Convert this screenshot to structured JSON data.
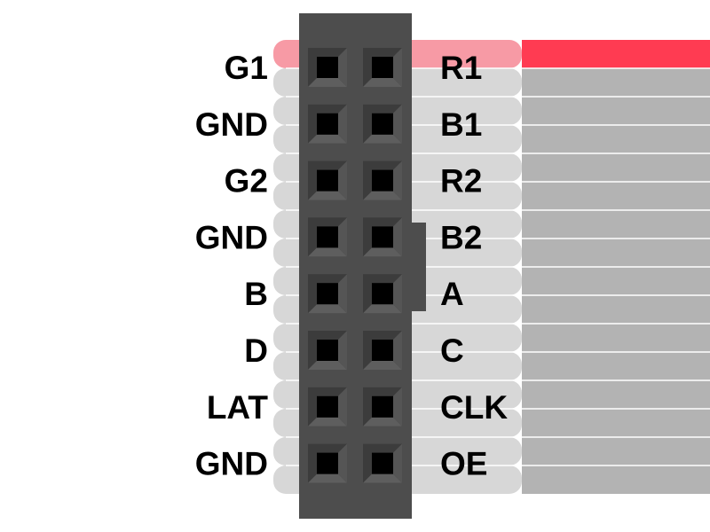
{
  "connector": {
    "rows": [
      {
        "left": "G1",
        "right": "R1"
      },
      {
        "left": "GND",
        "right": "B1"
      },
      {
        "left": "G2",
        "right": "R2"
      },
      {
        "left": "GND",
        "right": "B2"
      },
      {
        "left": "B",
        "right": "A"
      },
      {
        "left": "D",
        "right": "C"
      },
      {
        "left": "LAT",
        "right": "CLK"
      },
      {
        "left": "GND",
        "right": "OE"
      }
    ]
  },
  "colors": {
    "header_body": "#4d4d4d",
    "pin_bevel": "#3c3c3c",
    "pin_hole": "#000000",
    "wire": "#d7d7d7",
    "wire_first": "#f79aa5",
    "ribbon": "#b3b3b3",
    "ribbon_first": "#ff3b52",
    "wire_separator": "#ffffff"
  }
}
